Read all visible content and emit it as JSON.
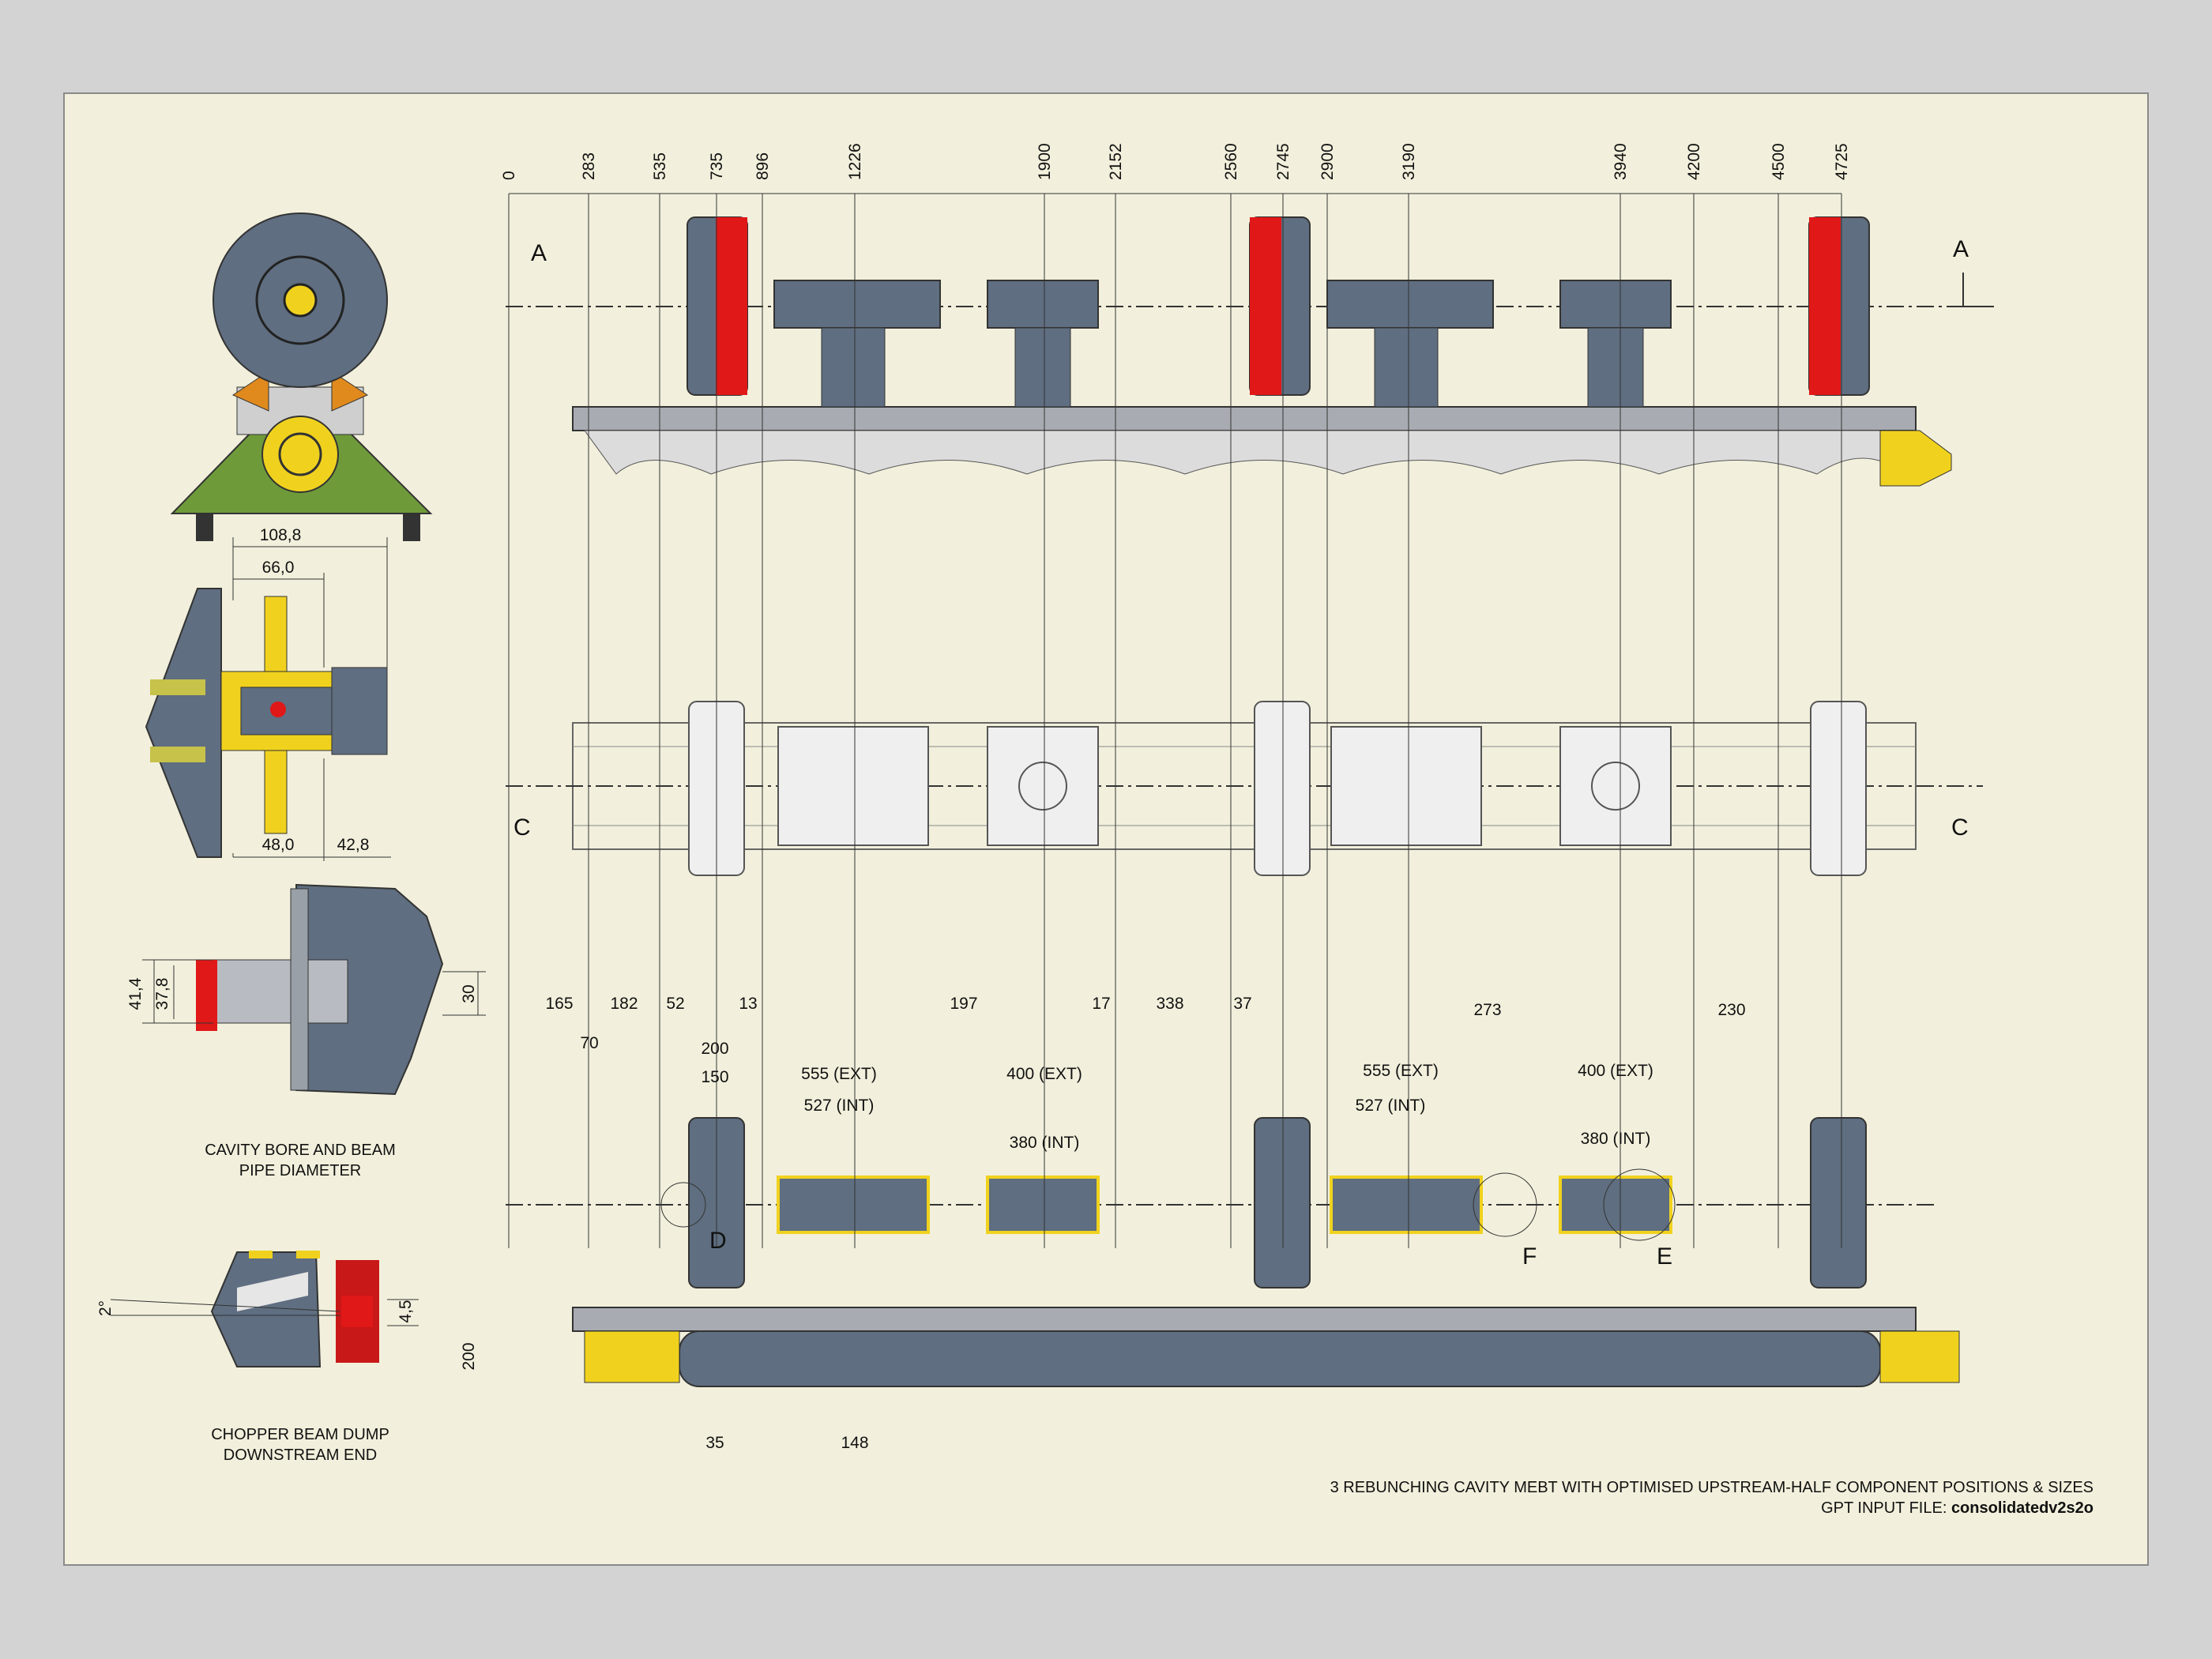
{
  "view_labels": {
    "section_a": "A",
    "section_c": "C",
    "detail_d": "D",
    "detail_e": "E",
    "detail_f": "F"
  },
  "positions": [
    "0",
    "283",
    "535",
    "735",
    "896",
    "1226",
    "1900",
    "2152",
    "2560",
    "2745",
    "2900",
    "3190",
    "3940",
    "4200",
    "4500",
    "4725"
  ],
  "lengths": [
    "165",
    "182",
    "52",
    "13",
    "197",
    "17",
    "338",
    "37",
    "273",
    "230",
    "70",
    "200",
    "150",
    "555 (EXT)",
    "527 (INT)",
    "400 (EXT)",
    "380 (INT)",
    "555 (EXT)",
    "527 (INT)",
    "400 (EXT)",
    "380 (INT)",
    "35",
    "148",
    "200"
  ],
  "detail_dims": {
    "width_total": "108,8",
    "width_inner": "66,0",
    "left_bottom": "48,0",
    "right_bottom": "42,8",
    "bore_outer": "41,4",
    "bore_inner": "37,8",
    "pipe": "30",
    "angle": "2°",
    "gap": "4,5"
  },
  "captions": {
    "cavity_line1": "CAVITY BORE AND BEAM",
    "cavity_line2": "PIPE DIAMETER",
    "dump_line1": "CHOPPER BEAM DUMP",
    "dump_line2": "DOWNSTREAM END"
  },
  "title_block": {
    "line1": "3 REBUNCHING CAVITY MEBT WITH OPTIMISED UPSTREAM-HALF COMPONENT POSITIONS & SIZES",
    "line2_prefix": "GPT INPUT FILE:",
    "file_name": "consolidatedv2s2o"
  },
  "colors": {
    "sheet": "#f2f0dc",
    "steel": "#5f6e80",
    "quad_blue": "#1b27d6",
    "quad_red": "#e01818",
    "yellow": "#f0d21e",
    "green_base": "#6f9a3a"
  }
}
